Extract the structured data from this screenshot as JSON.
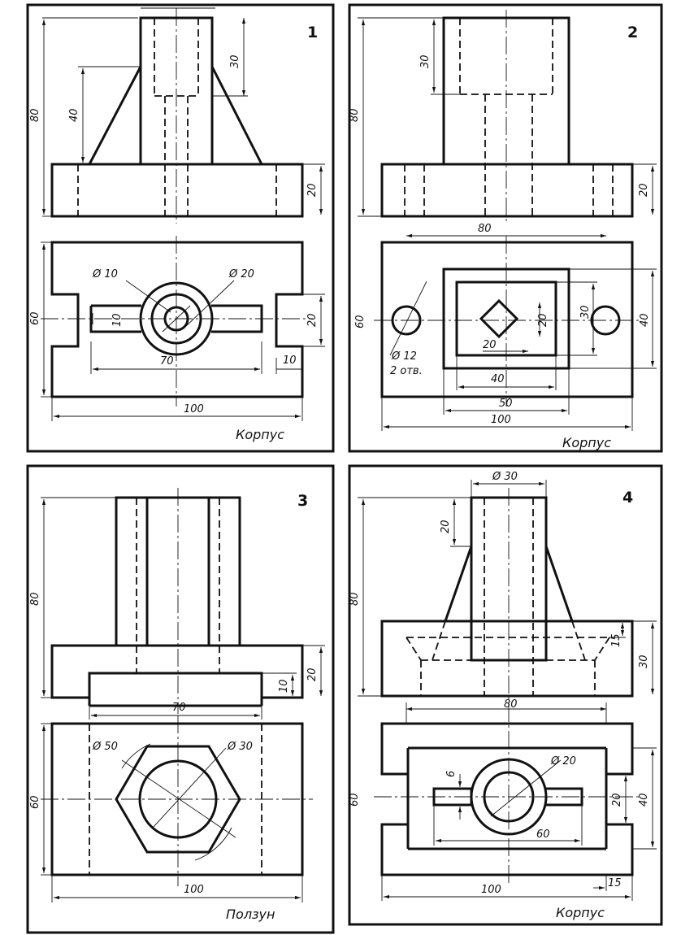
{
  "panels": [
    {
      "number": "1",
      "name": "Корпус",
      "dims": [
        "80",
        "30",
        "40",
        "20",
        "Ø 10",
        "Ø 20",
        "60",
        "10",
        "20",
        "70",
        "10",
        "100"
      ]
    },
    {
      "number": "2",
      "name": "Корпус",
      "dims": [
        "80",
        "30",
        "20",
        "80",
        "60",
        "Ø 12",
        "2 отв.",
        "20",
        "30",
        "20",
        "40",
        "40",
        "50",
        "100"
      ]
    },
    {
      "number": "3",
      "name": "Ползун",
      "dims": [
        "80",
        "20",
        "10",
        "70",
        "Ø 50",
        "Ø 30",
        "60",
        "100"
      ]
    },
    {
      "number": "4",
      "name": "Корпус",
      "dims": [
        "Ø 30",
        "20",
        "80",
        "15",
        "30",
        "80",
        "6",
        "Ø 20",
        "60",
        "20",
        "40",
        "60",
        "100",
        "15"
      ]
    }
  ]
}
